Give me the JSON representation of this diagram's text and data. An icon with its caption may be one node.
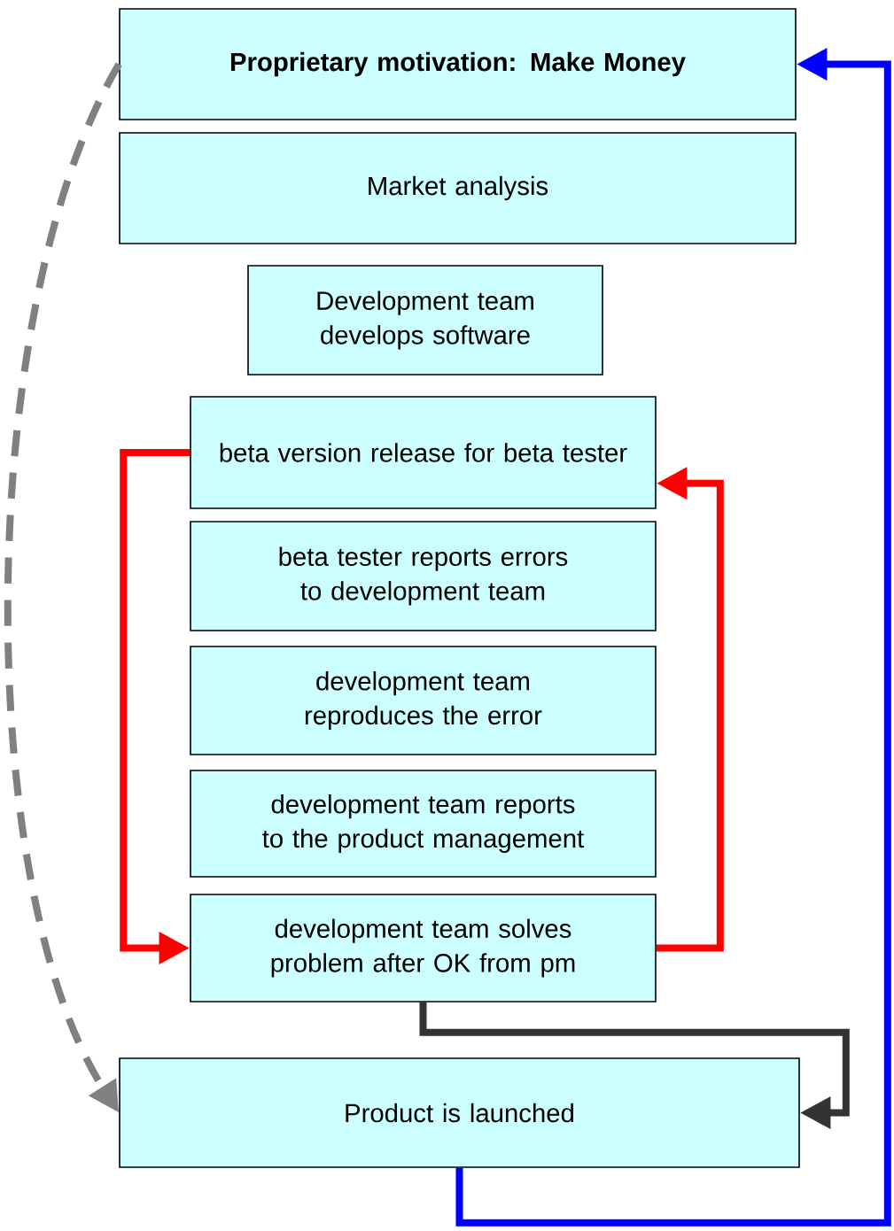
{
  "diagram": {
    "nodes": [
      {
        "text": [
          "Proprietary motivation: Make Money"
        ]
      },
      {
        "text": [
          "Market analysis"
        ]
      },
      {
        "text": [
          "Development team develops software"
        ]
      },
      {
        "text": [
          "beta version release for beta tester"
        ]
      },
      {
        "text": [
          "beta tester reports errors to development team"
        ]
      },
      {
        "text": [
          "development team reproduces the error"
        ]
      },
      {
        "text": [
          "development team reports to the product management"
        ]
      },
      {
        "text": [
          "development team solves problem after OK from pm"
        ]
      },
      {
        "text": [
          "Product is launched"
        ]
      }
    ],
    "edges": [
      {
        "from": 3,
        "to": 7,
        "arrow": "to",
        "color": "#ff0000"
      },
      {
        "from": 7,
        "to": 3,
        "arrow": "to",
        "color": "#ff0000"
      },
      {
        "from": 7,
        "to": 8,
        "arrow": "to",
        "color": "#333333"
      },
      {
        "from": 8,
        "to": 0,
        "arrow": "to",
        "color": "#0000ff"
      },
      {
        "from": 0,
        "to": 8,
        "arrow": "to",
        "style": "dashed",
        "color": "#808080"
      }
    ]
  }
}
